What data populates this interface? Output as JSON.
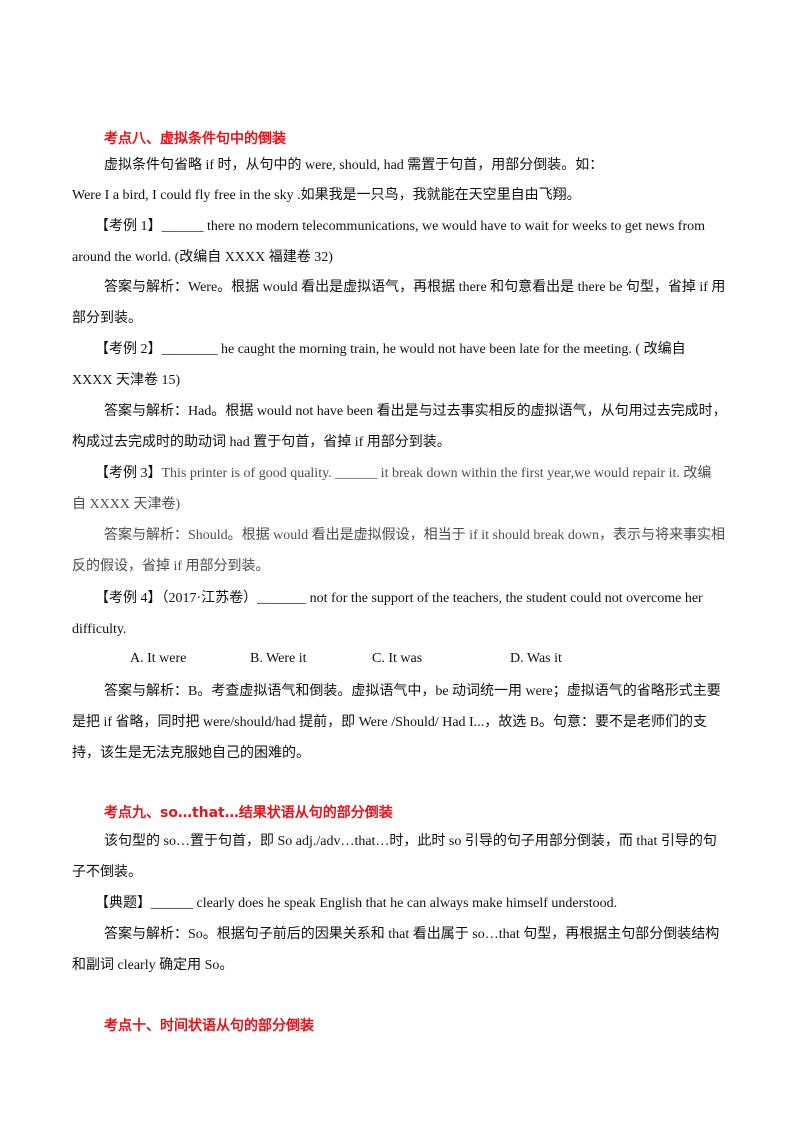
{
  "sec8": {
    "title": "考点八、虚拟条件句中的倒装",
    "intro": "虚拟条件句省略  if  时，从句中的 were, should, had 需置于句首，用部分倒装。如：",
    "example": "Were I a bird, I could fly  free in  the sky .如果我是一只鸟，我就能在天空里自由飞翔。",
    "ex1": {
      "tag": "【考例 1】",
      "line1": "______ there no modern telecommunications, we would have to wait for weeks to get news from",
      "line2": "around the world. (改编自 XXXX 福建卷 32)",
      "ans1": "答案与解析：Were。根据 would 看出是虚拟语气，再根据 there 和句意看出是 there be 句型，省掉 if 用",
      "ans2": "部分到装。"
    },
    "ex2": {
      "tag": "【考例 2】",
      "line1": "________ he caught the morning train, he would not have been late for the meeting. ( 改编自",
      "line2": "XXXX 天津卷 15)",
      "ans1": "答案与解析：Had。根据 would not have been 看出是与过去事实相反的虚拟语气，从句用过去完成时，",
      "ans2": "构成过去完成时的助动词 had 置于句首，省掉 if 用部分到装。"
    },
    "ex3": {
      "tag": "【考例 3】",
      "line1": "This printer is of good quality. ______ it break down within the first year,we would repair it.  改编",
      "line2": "自 XXXX 天津卷)",
      "ans1": "答案与解析：Should。根据 would 看出是虚拟假设，相当于 if it should break down，表示与将来事实相",
      "ans2": "反的假设，省掉 if 用部分到装。"
    },
    "ex4": {
      "tag": "【考例 4】",
      "line1": "（2017·江苏卷）_______ not for the support of the teachers, the student could not overcome her",
      "line2": "difficulty.",
      "options": [
        "A. It were",
        "B. Were it",
        "C. It was",
        "D. Was it"
      ],
      "ans1": "答案与解析：B。考查虚拟语气和倒装。虚拟语气中，be 动词统一用 were；虚拟语气的省略形式主要",
      "ans2": "是把 if 省略，同时把 were/should/had 提前，即 Were /Should/ Had I...，故选 B。句意：要不是老师们的支",
      "ans3": "持，该生是无法克服她自己的困难的。"
    }
  },
  "sec9": {
    "title": "考点九、so…that…结果状语从句的部分倒装",
    "intro1": "该句型的 so…置于句首，即 So adj./adv…that…时，此时 so 引导的句子用部分倒装，而 that 引导的句",
    "intro2": "子不倒装。",
    "tag": "【典题】",
    "q": "______ clearly does he speak English that he can always make himself understood.",
    "ans1": "答案与解析：So。根据句子前后的因果关系和 that 看出属于 so…that 句型，再根据主句部分倒装结构",
    "ans2": "和副词 clearly 确定用 So。"
  },
  "sec10": {
    "title": "考点十、时间状语从句的部分倒装"
  },
  "colors": {
    "heading": "#e8141b",
    "text": "#111111",
    "answer": "#4d4d4d"
  }
}
